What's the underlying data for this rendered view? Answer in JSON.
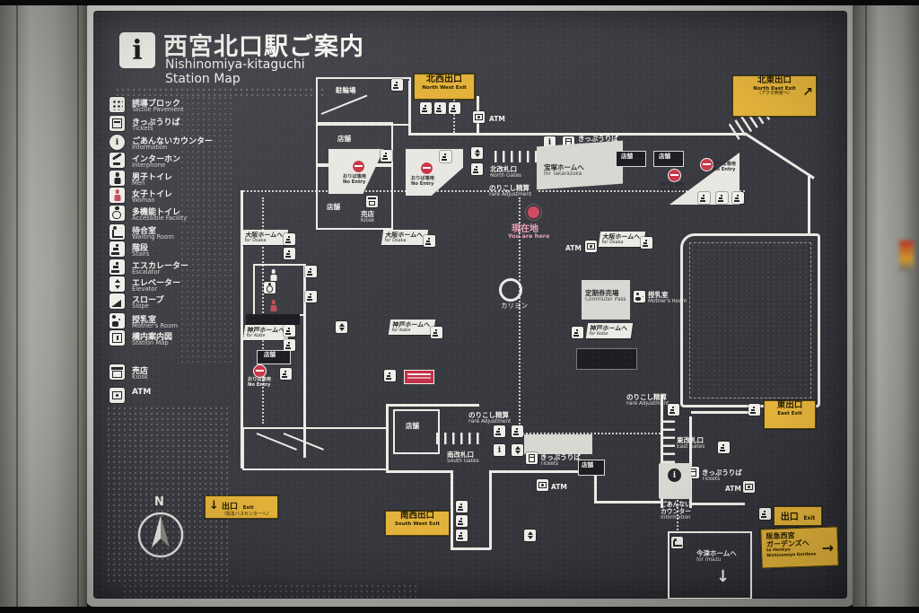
{
  "icons": {
    "info": "i",
    "arrow_ne": "↗",
    "arrow_right": "→",
    "arrow_down": "↓"
  },
  "title": {
    "jp": "西宮北口駅ご案内",
    "en1": "Nishinomiya-kitaguchi",
    "en2": "Station Map"
  },
  "legend": {
    "items": [
      {
        "jp": "誘導ブロック",
        "en": "Tactile Pavement"
      },
      {
        "jp": "きっぷうりば",
        "en": "Tickets"
      },
      {
        "jp": "ごあんないカウンター",
        "en": "Information"
      },
      {
        "jp": "インターホン",
        "en": "Interphone"
      },
      {
        "jp": "男子トイレ",
        "en": "Men"
      },
      {
        "jp": "女子トイレ",
        "en": "Woman"
      },
      {
        "jp": "多機能トイレ",
        "en": "Accessible Facility"
      },
      {
        "jp": "待合室",
        "en": "Waiting Room"
      },
      {
        "jp": "階段",
        "en": "Stairs"
      },
      {
        "jp": "エスカレーター",
        "en": "Escalator"
      },
      {
        "jp": "エレベーター",
        "en": "Elevator"
      },
      {
        "jp": "スロープ",
        "en": "Slope"
      },
      {
        "jp": "授乳室",
        "en": "Mother's Room"
      },
      {
        "jp": "構内案内図",
        "en": "Station Map"
      },
      {
        "jp": "売店",
        "en": "Kiosk"
      },
      {
        "jp": "ATM",
        "en": ""
      }
    ]
  },
  "exits": {
    "north_west": {
      "jp": "北西出口",
      "en": "North West Exit"
    },
    "north_east": {
      "jp": "北東出口",
      "en": "North East Exit",
      "sub": "（アクタ西宮へ）"
    },
    "east": {
      "jp": "東出口",
      "en": "East Exit"
    },
    "south_east": {
      "jp": "出口",
      "en": "Exit"
    },
    "gardens": {
      "jp1": "阪急西宮",
      "jp2": "ガーデンズへ",
      "en": "to Hankyu Nishinomiya Gardens"
    },
    "south_west": {
      "jp": "南西出口",
      "en": "South West Exit"
    },
    "west": {
      "jp": "出口",
      "en": "Exit",
      "sub": "（阪急バスセンターへ）"
    }
  },
  "map": {
    "gates": {
      "north": {
        "jp": "北改札口",
        "en": "North Gates"
      },
      "south": {
        "jp": "南改札口",
        "en": "South Gates"
      },
      "east": {
        "jp": "東改札口",
        "en": "East Gates"
      }
    },
    "platforms": {
      "osaka": {
        "jp": "大阪ホームへ",
        "en": "for Osaka"
      },
      "kobe": {
        "jp": "神戸ホームへ",
        "en": "for Kobe"
      },
      "takarazuka": {
        "jp": "宝塚ホームへ",
        "en": "for Takarazuka"
      },
      "imazu": {
        "jp": "今津ホームへ",
        "en": "for Imazu"
      }
    },
    "labels": {
      "parking": "駐輪場",
      "shop": "店舗",
      "kiosk_jp": "売店",
      "kiosk_en": "Kiosk",
      "tickets_jp": "きっぷうりば",
      "tickets_en": "Tickets",
      "fare_jp": "のりこし精算",
      "fare_en": "Fare Adjustment",
      "atm": "ATM",
      "carillon": "カリヨン",
      "commuter_jp": "定期券売場",
      "commuter_en": "Commuter Pass",
      "mothers_jp": "授乳室",
      "mothers_en": "Mother's Room",
      "info_jp1": "ごあんない",
      "info_jp2": "カウンター",
      "info_en": "Information",
      "no_entry_jp": "おりば専用",
      "no_entry_en": "No Entry"
    },
    "you_are_here": {
      "jp": "現在地",
      "en": "You are here"
    }
  },
  "compass": {
    "n": "N"
  }
}
